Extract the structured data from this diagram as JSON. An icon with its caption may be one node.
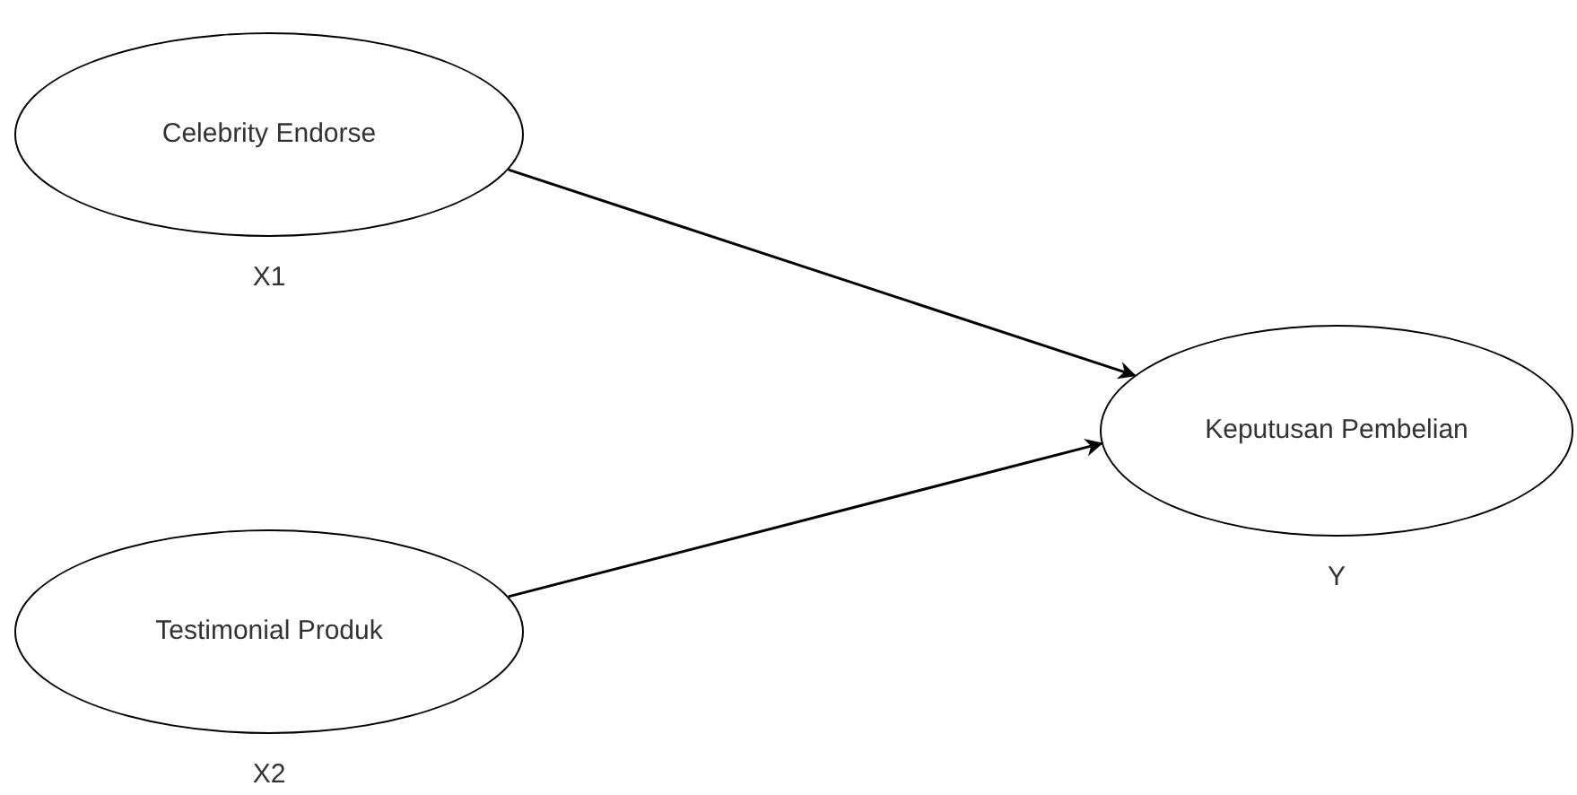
{
  "diagram": {
    "nodes": [
      {
        "text": [
          "Celebrity Endorse"
        ],
        "beside": [
          "X1"
        ]
      },
      {
        "text": [
          "Testimonial Produk"
        ],
        "beside": [
          "X2"
        ]
      },
      {
        "text": [
          "Keputusan Pembelian"
        ],
        "beside": [
          "Y"
        ]
      }
    ],
    "edges": [
      {
        "from": 0,
        "to": 2,
        "arrow": "to"
      },
      {
        "from": 1,
        "to": 2,
        "arrow": "to"
      }
    ]
  }
}
